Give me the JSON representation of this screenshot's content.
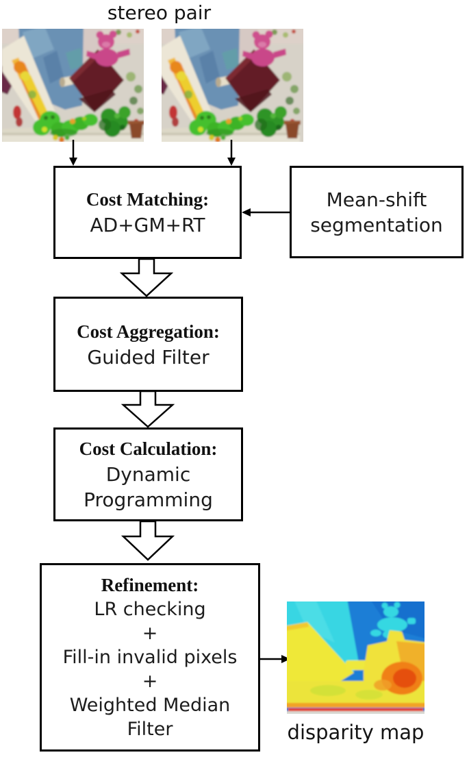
{
  "title": "stereo pair",
  "boxes": {
    "cost_matching": {
      "title": "Cost Matching:",
      "body": "AD+GM+RT"
    },
    "mean_shift": {
      "line1": "Mean-shift",
      "line2": "segmentation"
    },
    "cost_aggregation": {
      "title": "Cost Aggregation:",
      "body": "Guided Filter"
    },
    "cost_calculation": {
      "title": "Cost Calculation:",
      "line1": "Dynamic",
      "line2": "Programming"
    },
    "refinement": {
      "title": "Refinement:",
      "lines": [
        "LR checking",
        "+",
        "Fill-in invalid pixels",
        "+",
        "Weighted Median",
        "Filter"
      ]
    }
  },
  "labels": {
    "disparity_map": "disparity map"
  },
  "icons": {
    "stereo_left_image": "photo of teddy-bear scene (left view)",
    "stereo_right_image": "photo of teddy-bear scene (right view)",
    "disparity_map_image": "jet-colormap disparity image",
    "hollow_down_arrow": "outlined block arrow",
    "solid_arrow": "thin black arrow"
  },
  "colors": {
    "background": "#ffffff",
    "box_border": "#000000",
    "text": "#1a1a1a",
    "disparity_blue": "#1a7ed6",
    "disparity_cyan": "#38d6e3",
    "disparity_yellow": "#efe838",
    "disparity_orange": "#f0a024",
    "disparity_red": "#e5330f"
  }
}
